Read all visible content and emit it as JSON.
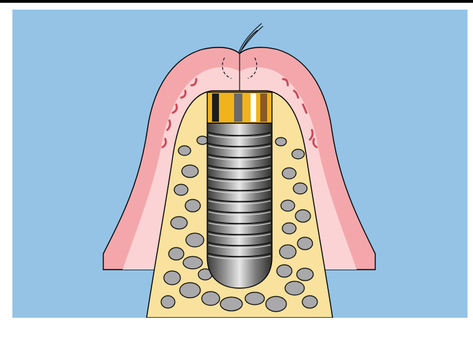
{
  "figure": {
    "subject": "dental-implant-cross-section",
    "components": [
      "gingiva",
      "cortical-bone",
      "cancellous-bone",
      "implant-body",
      "cover-screw",
      "suture"
    ]
  },
  "colors": {
    "background": "#94c3e6",
    "gingiva": "#f3a7ab",
    "gingiva_inner": "#fbd3d5",
    "bone": "#f9e29d",
    "bone_pores": "#a9a8aa",
    "implant": "#7c7c7c",
    "implant_highlight": "#e6e6e6",
    "cover_screw": "#f0b31c",
    "outline": "#000000",
    "rule": "#000000"
  }
}
